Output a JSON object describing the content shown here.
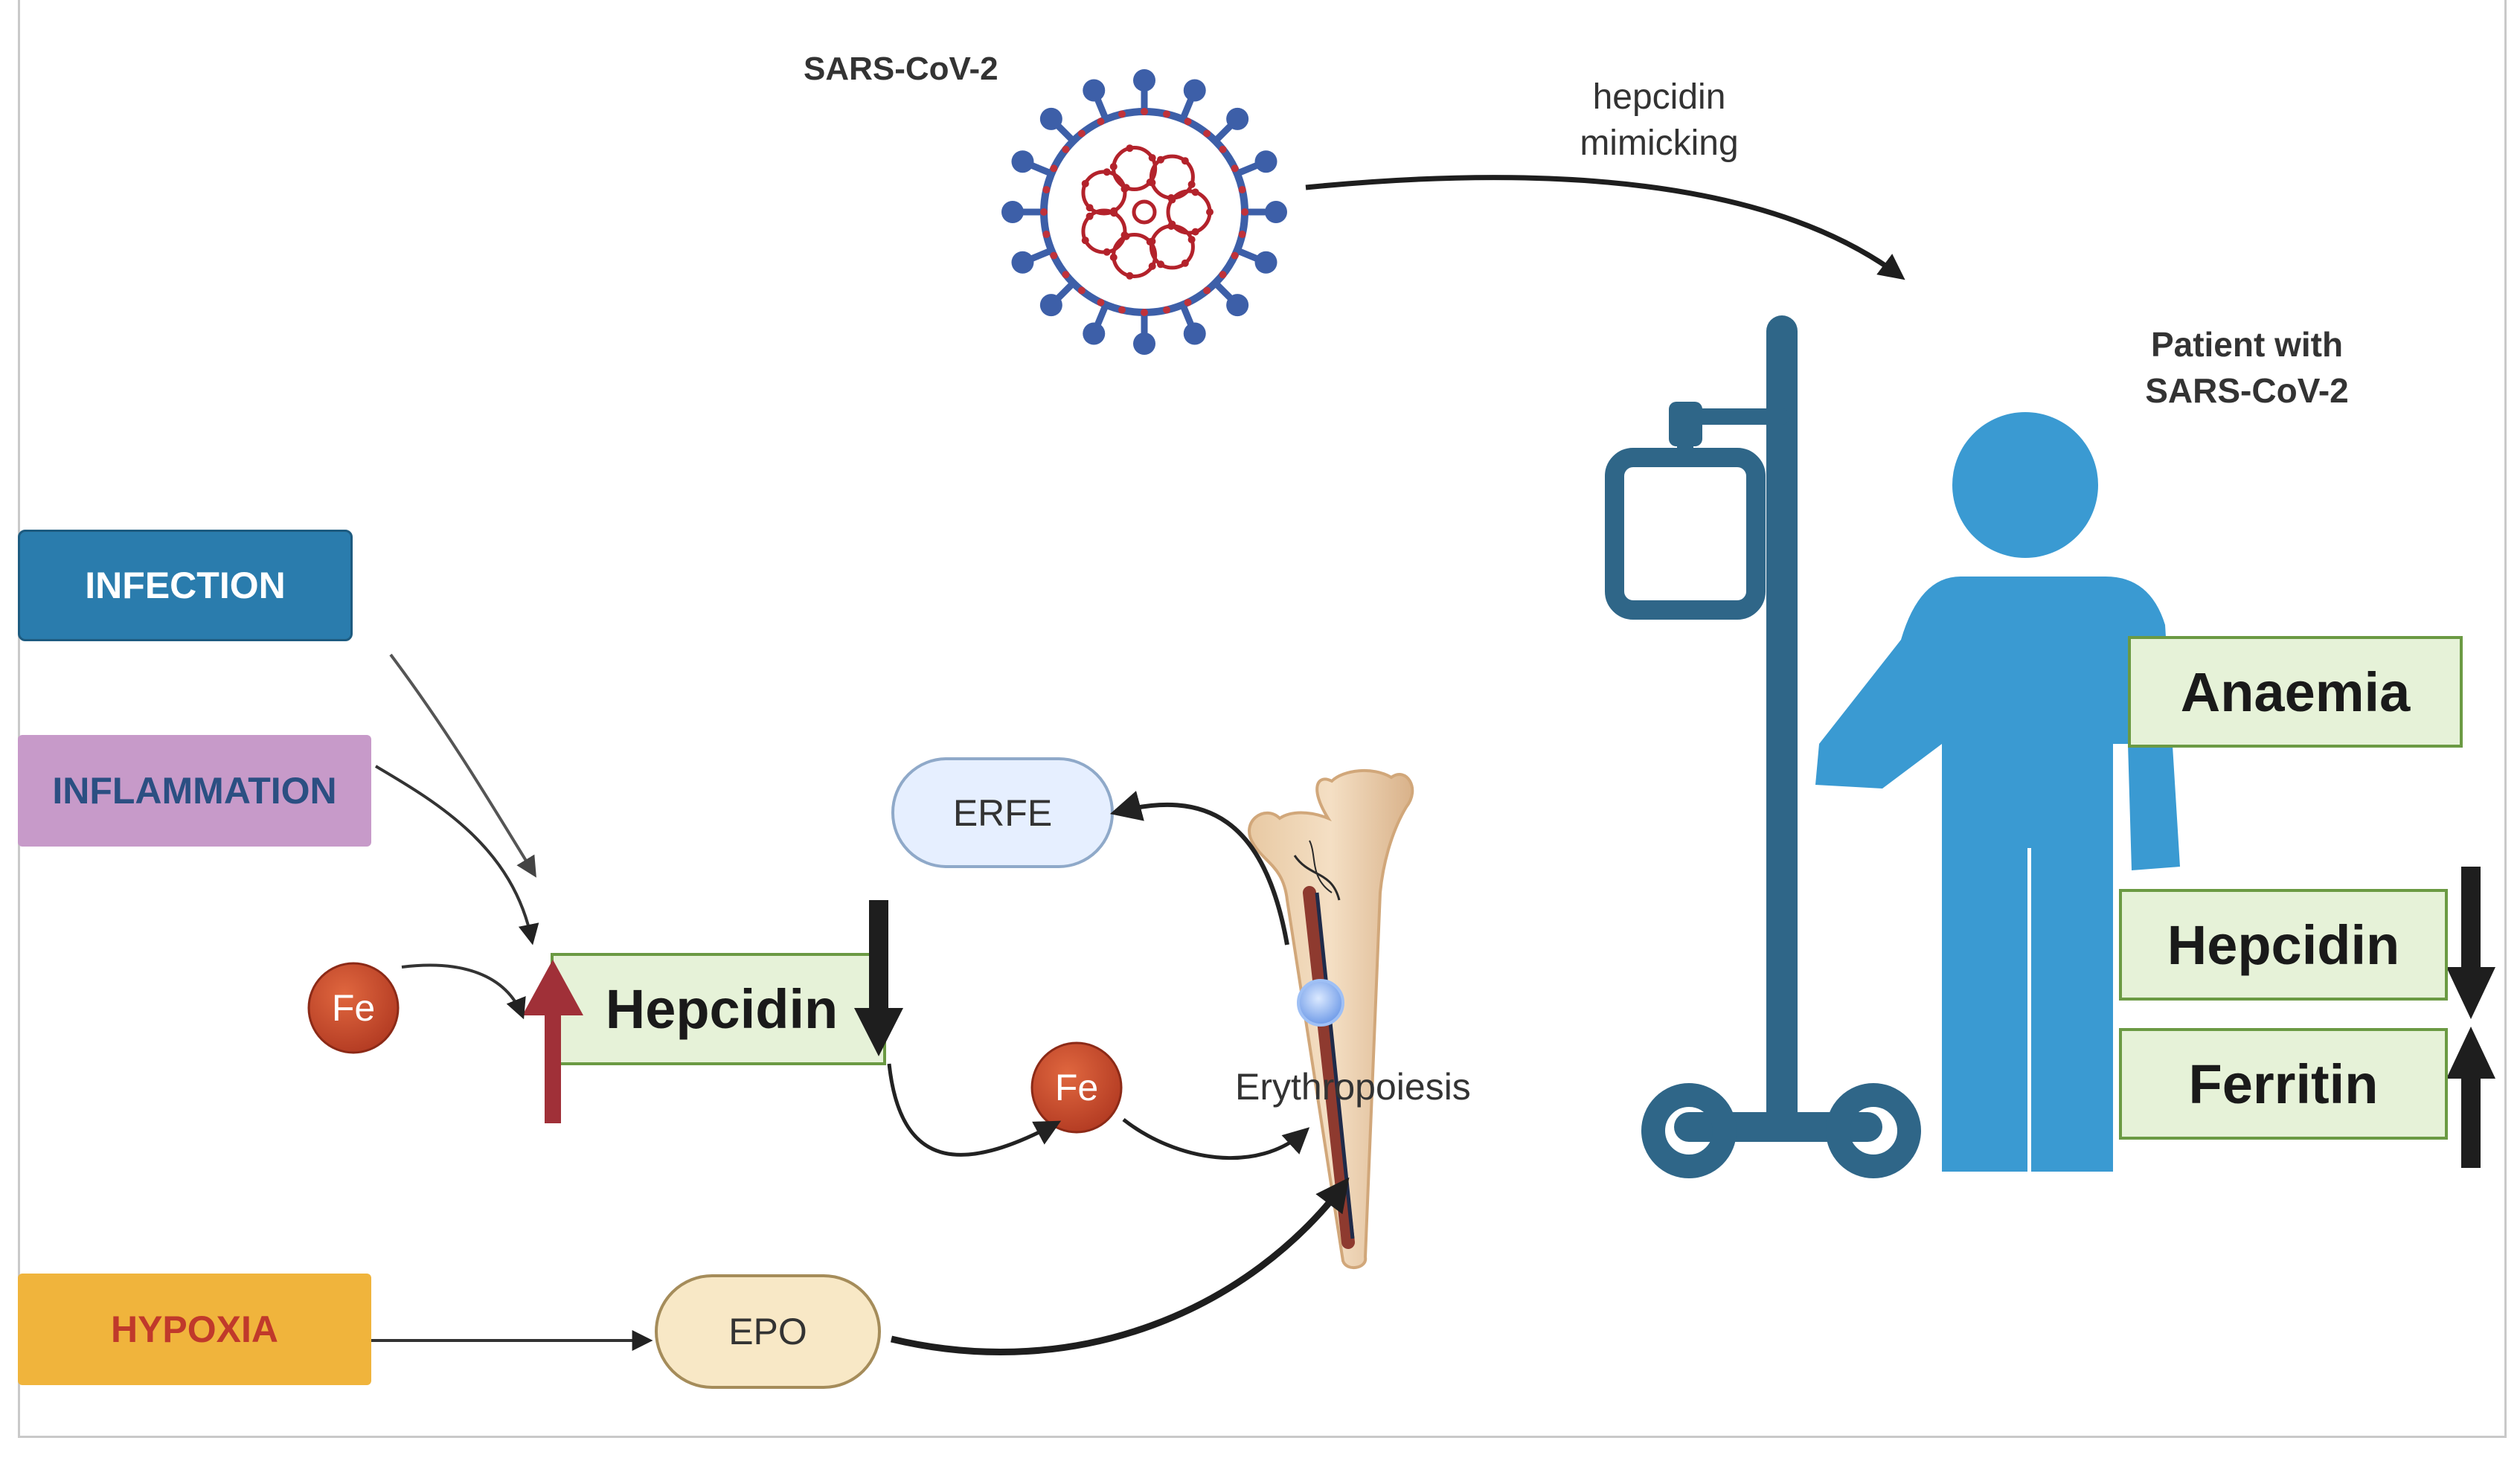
{
  "virus": {
    "label": "SARS-CoV-2"
  },
  "mimic": {
    "line1": "hepcidin",
    "line2": "mimicking"
  },
  "patient": {
    "line1": "Patient with",
    "line2": "SARS-CoV-2"
  },
  "triggers": {
    "infection": "INFECTION",
    "inflammation": "INFLAMMATION",
    "hypoxia": "HYPOXIA"
  },
  "iron": {
    "symbol": "Fe"
  },
  "hepcidin_center": "Hepcidin",
  "erfe": "ERFE",
  "epo": "EPO",
  "erythropoiesis": "Erythropoiesis",
  "patient_findings": {
    "anaemia": "Anaemia",
    "hepcidin": "Hepcidin",
    "ferritin": "Ferritin"
  },
  "colors": {
    "infection": "#2a7cad",
    "inflammation": "#c79ac9",
    "hypoxia": "#f0b43c",
    "patient_blue": "#3a9ad2",
    "iv_pole": "#2f6688",
    "finding_box": "#e6f2d8",
    "iron": "#c2452b",
    "arrow_red": "#a03038"
  }
}
